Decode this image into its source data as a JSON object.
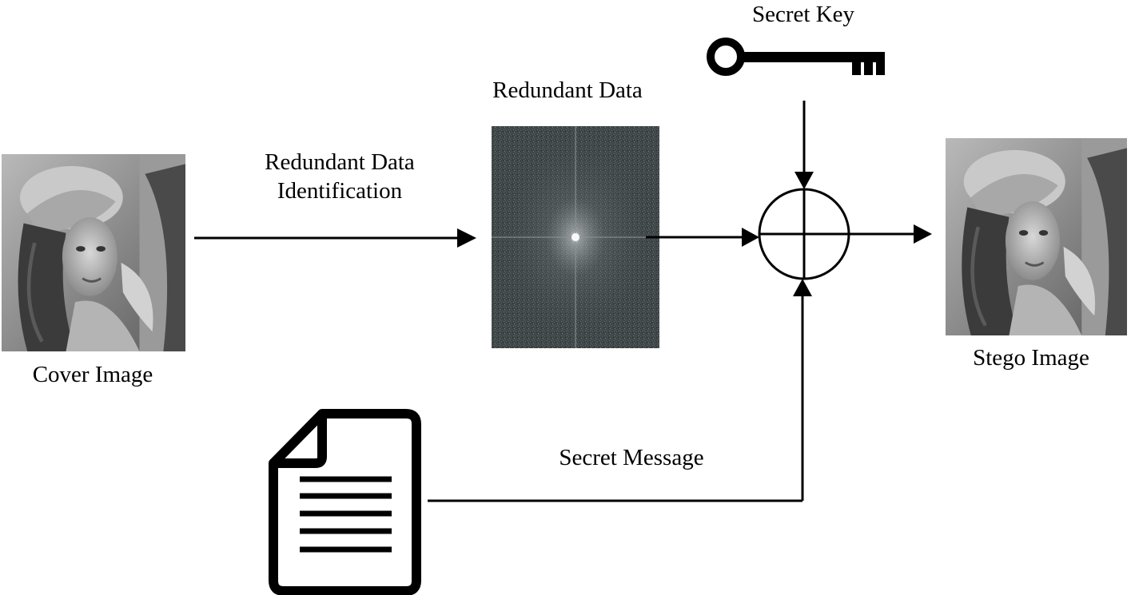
{
  "labels": {
    "cover_image": "Cover Image",
    "identification_line1": "Redundant Data",
    "identification_line2": "Identification",
    "redundant_data": "Redundant Data",
    "secret_key": "Secret Key",
    "stego_image": "Stego Image",
    "secret_message": "Secret Message"
  },
  "icons": {
    "key": "key-icon",
    "document": "document-icon",
    "combiner": "xor-combiner-icon"
  },
  "colors": {
    "stroke": "#000000",
    "photo_bg": "#8a8a8a",
    "spectrum_bg": "#3c4446"
  }
}
